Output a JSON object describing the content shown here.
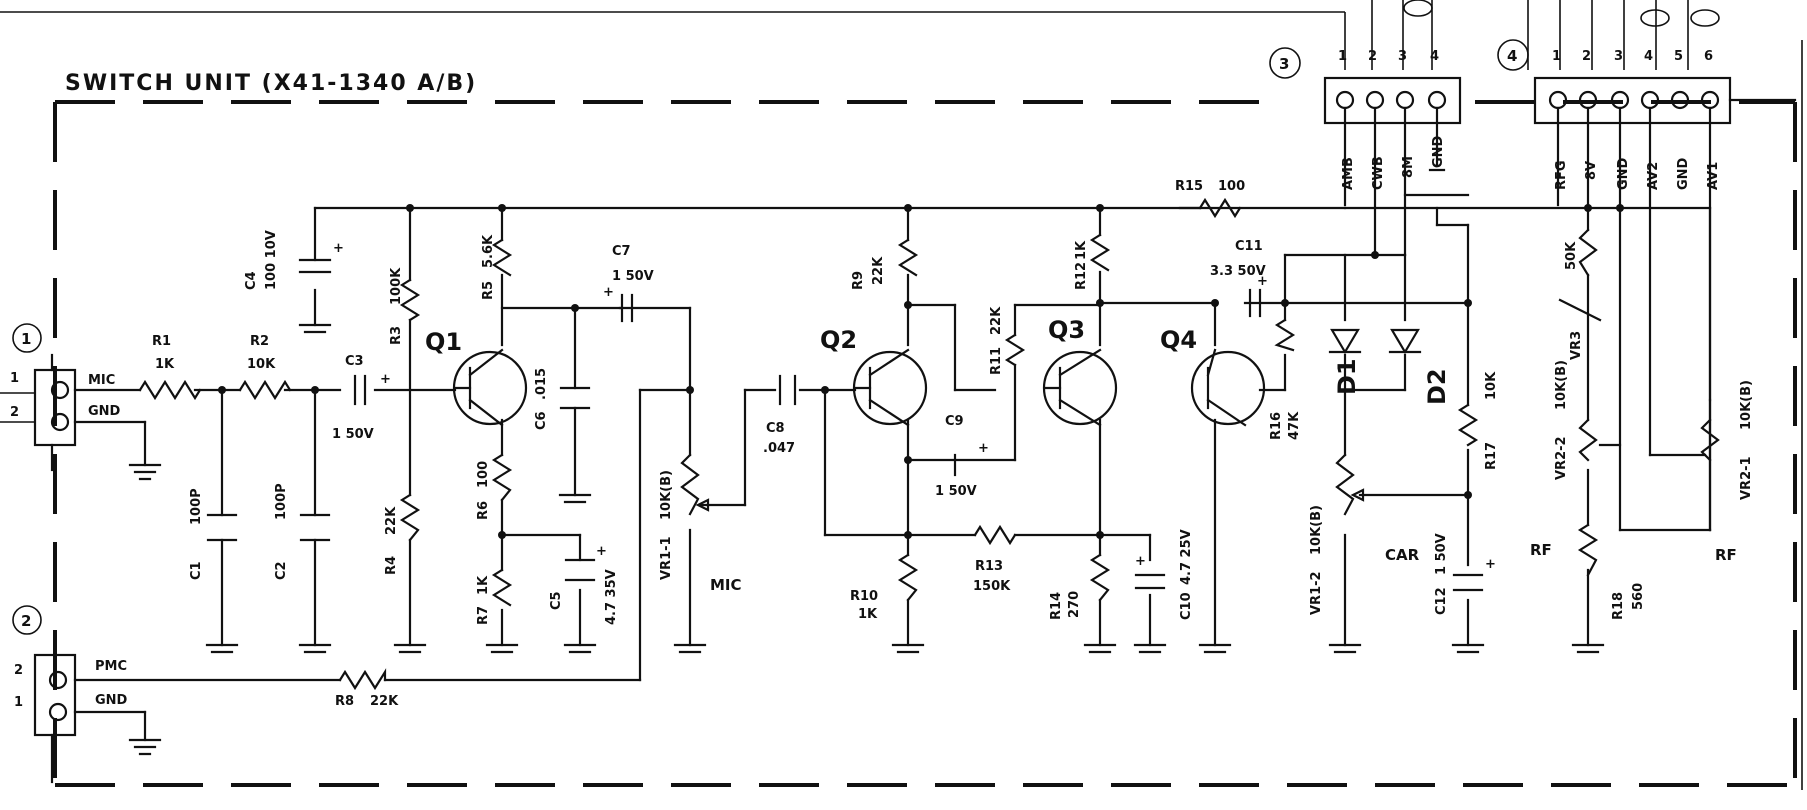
{
  "title": "SWITCH UNIT (X41-1340 A/B)",
  "connectors": {
    "c1": {
      "num": "1",
      "pins": [
        "1",
        "2"
      ],
      "labels": [
        "MIC",
        "GND"
      ]
    },
    "c2": {
      "num": "2",
      "pins": [
        "2",
        "1"
      ],
      "labels": [
        "PMC",
        "GND"
      ]
    },
    "c3": {
      "num": "3",
      "pins": [
        "1",
        "2",
        "3",
        "4"
      ],
      "labels": [
        "AMB",
        "CWB",
        "8M",
        "GND"
      ]
    },
    "c4": {
      "num": "4",
      "pins": [
        "1",
        "2",
        "3",
        "4",
        "5",
        "6"
      ],
      "labels": [
        "RFG",
        "8V",
        "GND",
        "AV2",
        "GND",
        "AV1"
      ]
    }
  },
  "transistors": [
    "Q1",
    "Q2",
    "Q3",
    "Q4"
  ],
  "diodes": [
    "D1",
    "D2"
  ],
  "resistors": {
    "R1": [
      "R1",
      "1K"
    ],
    "R2": [
      "R2",
      "10K"
    ],
    "R3": [
      "R3",
      "100K"
    ],
    "R4": [
      "R4",
      "22K"
    ],
    "R5": [
      "R5",
      "5.6K"
    ],
    "R6": [
      "R6",
      "100"
    ],
    "R7": [
      "R7",
      "1K"
    ],
    "R8": [
      "R8",
      "22K"
    ],
    "R9": [
      "R9",
      "22K"
    ],
    "R10": [
      "R10",
      "1K"
    ],
    "R11": [
      "R11",
      "22K"
    ],
    "R12": [
      "R12",
      "1K"
    ],
    "R13": [
      "R13",
      "150K"
    ],
    "R14": [
      "R14",
      "270"
    ],
    "R15": [
      "R15",
      "100"
    ],
    "R16": [
      "R16",
      "47K"
    ],
    "R17": [
      "R17",
      "10K"
    ],
    "R18": [
      "R18",
      "560"
    ]
  },
  "capacitors": {
    "C1": [
      "C1",
      "100P"
    ],
    "C2": [
      "C2",
      "100P"
    ],
    "C3": [
      "C3",
      "1 50V"
    ],
    "C4": [
      "C4",
      "100 10V"
    ],
    "C5": [
      "C5",
      "4.7 35V"
    ],
    "C6": [
      "C6",
      ".015"
    ],
    "C7": [
      "C7",
      "1 50V"
    ],
    "C8": [
      "C8",
      ".047"
    ],
    "C9": [
      "C9",
      "1 50V"
    ],
    "C10": [
      "C10",
      "4.7 25V"
    ],
    "C11": [
      "C11",
      "3.3 50V"
    ],
    "C12": [
      "C12",
      "1 50V"
    ]
  },
  "pots": {
    "VR1_1": [
      "VR1-1",
      "10K(B)"
    ],
    "VR1_2": [
      "VR1-2",
      "10K(B)"
    ],
    "VR2_2": [
      "VR2-2",
      "10K(B)"
    ],
    "VR2_1": [
      "VR2-1",
      "10K(B)"
    ],
    "VR3": [
      "VR3",
      "50K"
    ]
  },
  "pot_functions": {
    "mic": "MIC",
    "car": "CAR",
    "rf1": "RF",
    "rf2": "RF"
  }
}
